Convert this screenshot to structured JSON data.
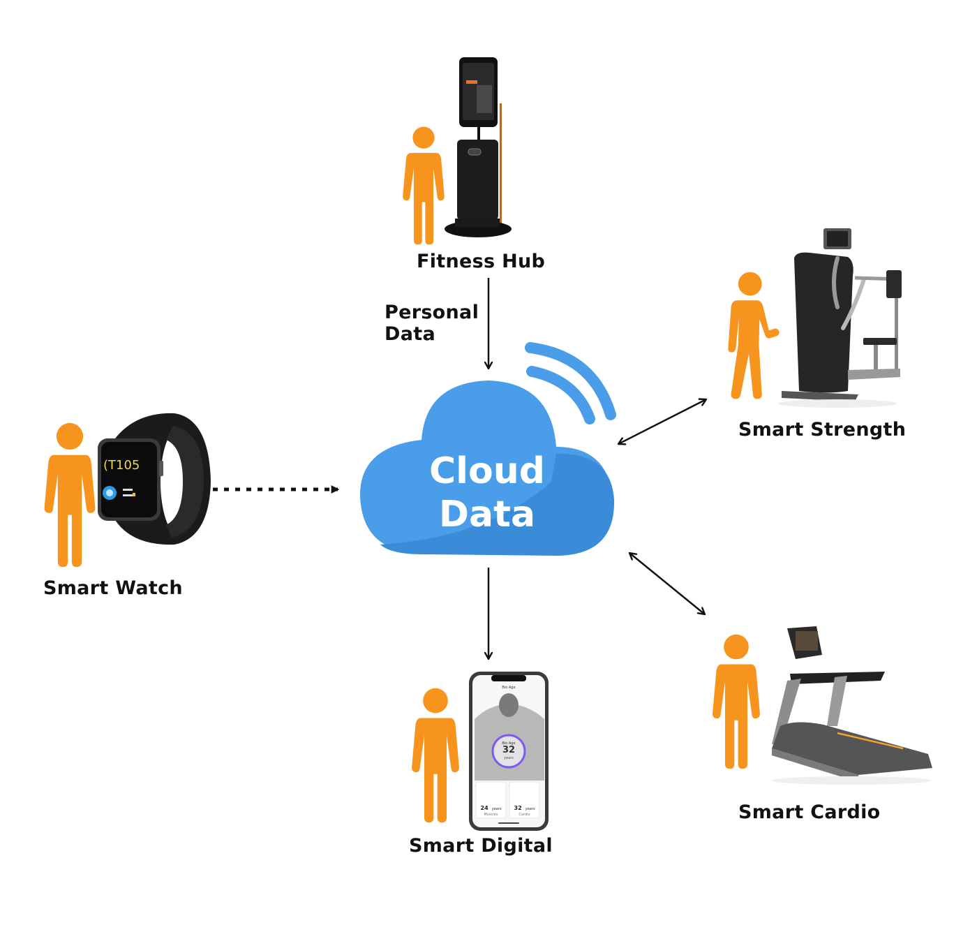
{
  "diagram": {
    "title": "Connected fitness cloud data flow",
    "center": {
      "line1": "Cloud",
      "line2": "Data"
    },
    "edge_label": {
      "line1": "Personal",
      "line2": "Data"
    },
    "nodes": [
      {
        "id": "fitness_hub",
        "label": "Fitness Hub"
      },
      {
        "id": "smart_strength",
        "label": "Smart Strength"
      },
      {
        "id": "smart_watch",
        "label": "Smart Watch",
        "watch_face_text": "(T105"
      },
      {
        "id": "smart_digital",
        "label": "Smart Digital",
        "app": {
          "header": "Bio Age",
          "ring_label": "Bio Age",
          "ring_value": "32",
          "ring_unit": "years",
          "cards": [
            {
              "value": "24",
              "unit": "years",
              "label": "Muscles"
            },
            {
              "value": "32",
              "unit": "years",
              "label": "Cardio"
            }
          ]
        }
      },
      {
        "id": "smart_cardio",
        "label": "Smart Cardio"
      }
    ],
    "edges": [
      {
        "from": "fitness_hub",
        "to": "cloud",
        "style": "solid",
        "direction": "one-way",
        "label": "Personal Data"
      },
      {
        "from": "smart_watch",
        "to": "cloud",
        "style": "dotted",
        "direction": "one-way"
      },
      {
        "from": "cloud",
        "to": "smart_strength",
        "style": "solid",
        "direction": "two-way"
      },
      {
        "from": "cloud",
        "to": "smart_cardio",
        "style": "solid",
        "direction": "two-way"
      },
      {
        "from": "cloud",
        "to": "smart_digital",
        "style": "solid",
        "direction": "one-way"
      }
    ],
    "colors": {
      "person": "#F7941D",
      "cloud_light": "#4A9DE8",
      "cloud_dark": "#3A8CD8",
      "text": "#111111"
    }
  }
}
